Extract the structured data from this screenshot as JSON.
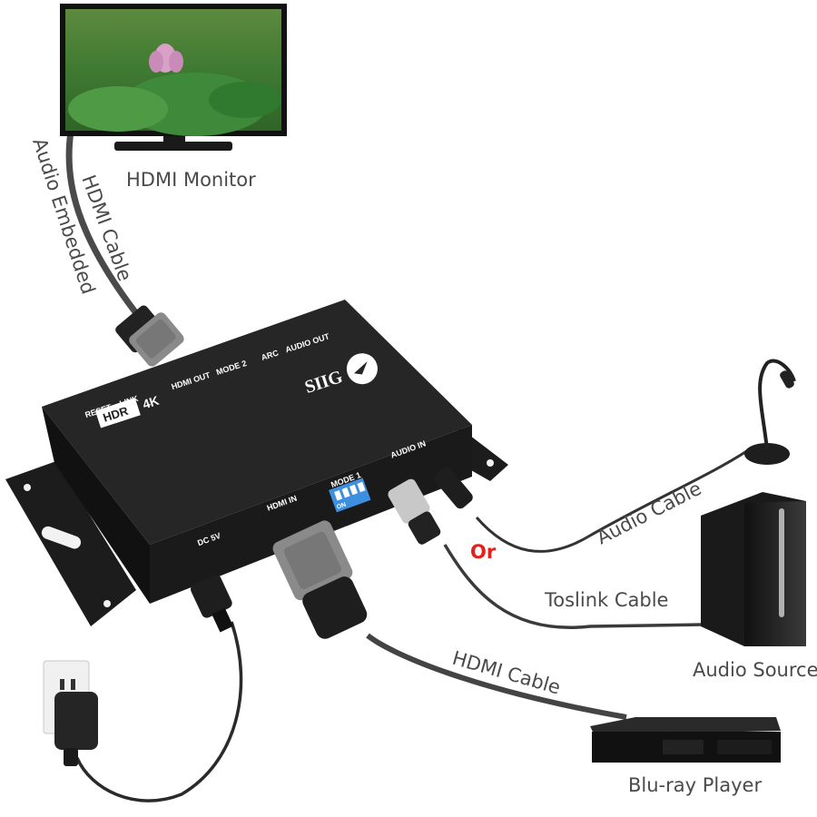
{
  "labels": {
    "hdmi_monitor": "HDMI Monitor",
    "audio_embedded": "Audio Embedded",
    "hdmi_cable_top": "HDMI Cable",
    "audio_cable": "Audio Cable",
    "or": "Or",
    "toslink_cable": "Toslink Cable",
    "audio_source": "Audio Source",
    "hdmi_cable_bottom": "HDMI Cable",
    "bluray_player": "Blu-ray Player"
  },
  "device": {
    "brand": "SIIG",
    "badge_4k": "4K",
    "badge_hdr": "HDR",
    "top_ports": [
      "RESET",
      "LINK",
      "HDMI OUT",
      "MODE 2",
      "ARC",
      "AUDIO OUT"
    ],
    "front_ports": [
      "DC 5V",
      "HDMI IN",
      "MODE 1",
      "AUDIO IN"
    ],
    "dip_on_label": "ON"
  },
  "colors": {
    "device_body": "#1e1e1e",
    "cable_gray": "#4a4a4a",
    "connector_gray": "#8a8a8a",
    "dip_blue": "#3f8fe0",
    "or_red": "#e3211b",
    "label_gray": "#4a4a4a"
  }
}
